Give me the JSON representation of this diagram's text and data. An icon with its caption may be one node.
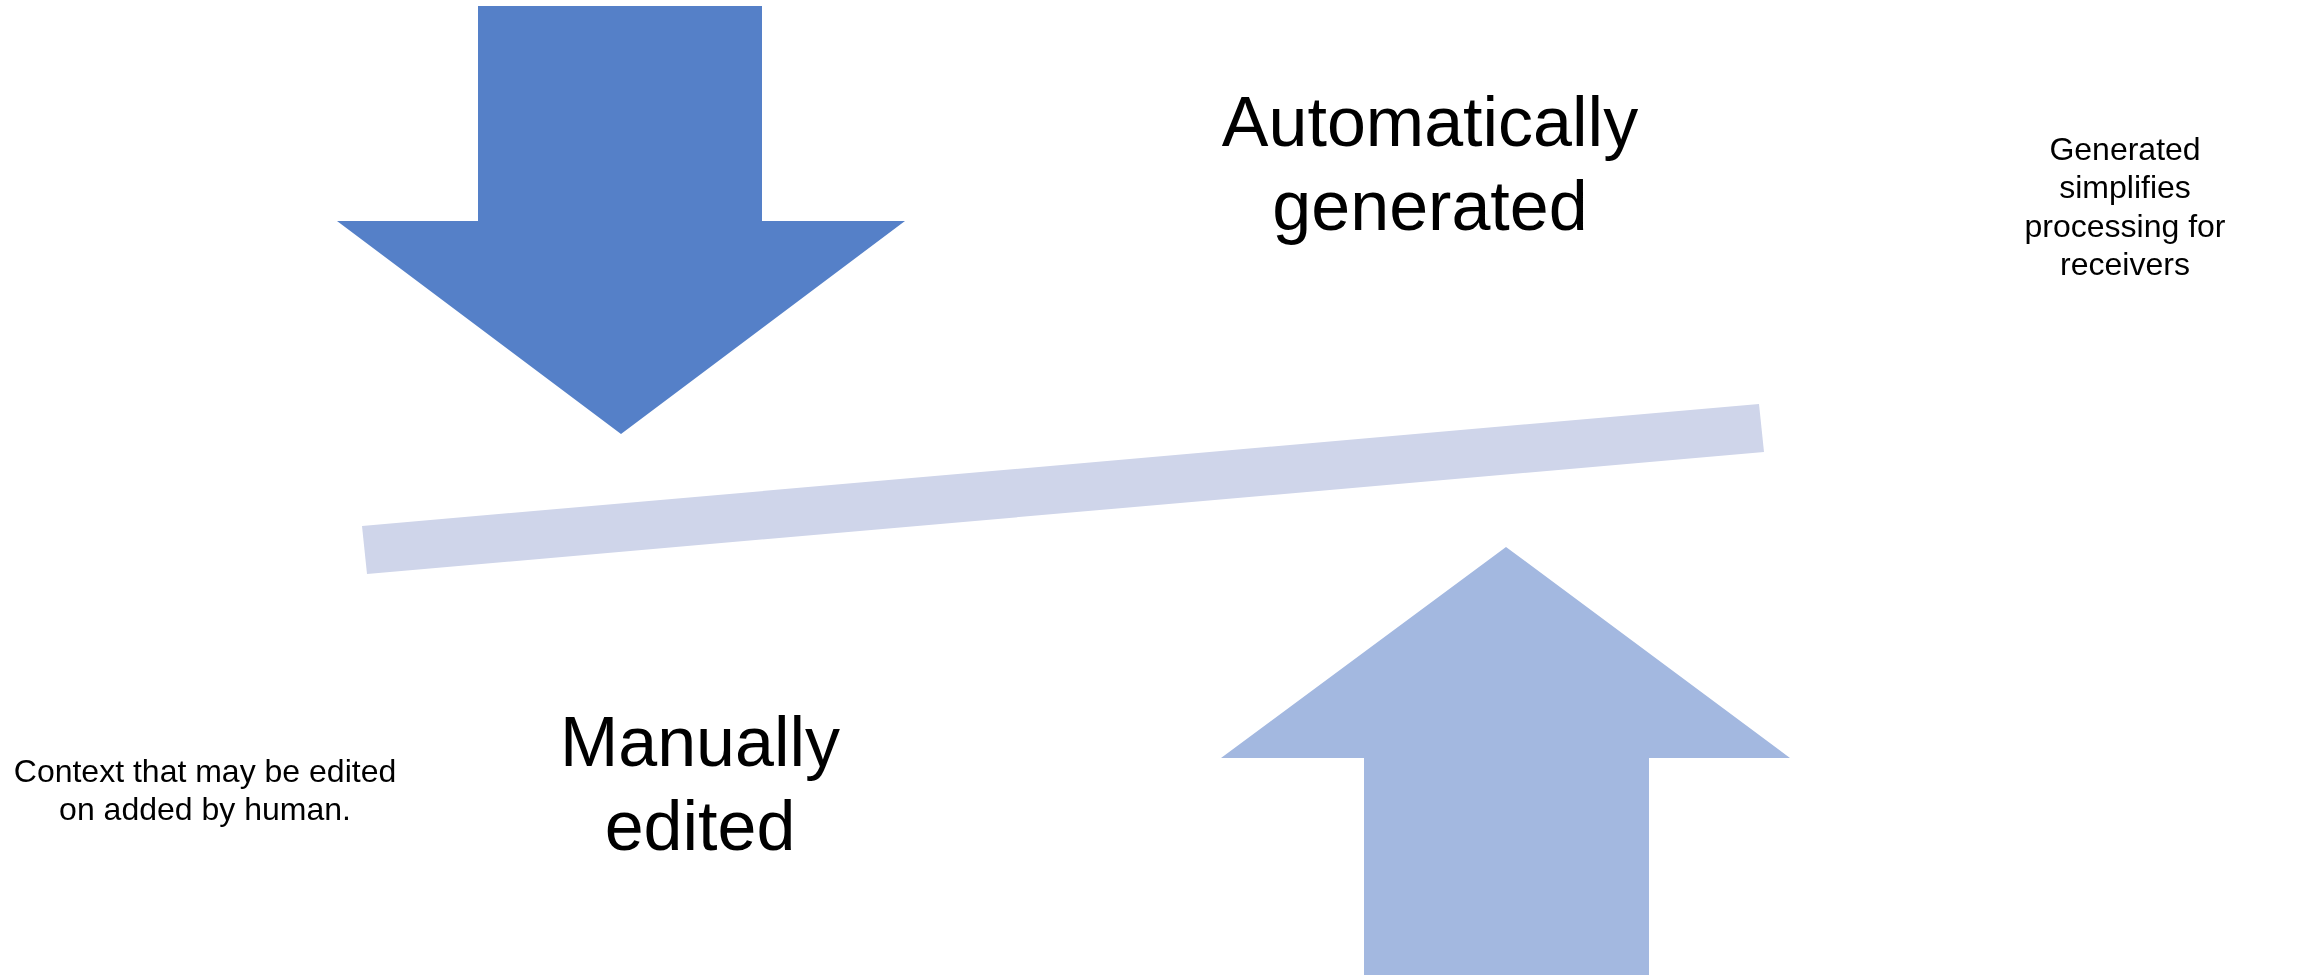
{
  "diagram": {
    "labels": [
      "Automatically generated",
      "Generated simplifies processing for receivers",
      "Manually edited",
      "Context that may be edited on added by human."
    ]
  }
}
